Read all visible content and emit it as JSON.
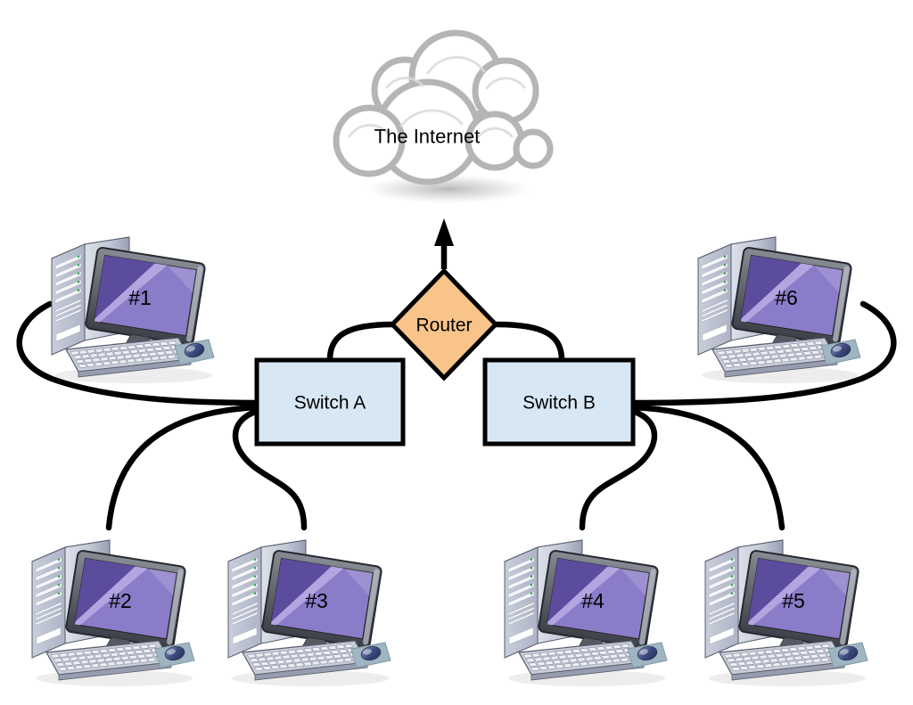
{
  "diagram": {
    "type": "network-topology",
    "internet": {
      "label": "The Internet"
    },
    "router": {
      "label": "Router"
    },
    "switches": [
      {
        "id": "switch-a",
        "label": "Switch A"
      },
      {
        "id": "switch-b",
        "label": "Switch B"
      }
    ],
    "computers": [
      {
        "id": "pc-1",
        "label": "#1",
        "connected_to": "switch-a"
      },
      {
        "id": "pc-2",
        "label": "#2",
        "connected_to": "switch-a"
      },
      {
        "id": "pc-3",
        "label": "#3",
        "connected_to": "switch-a"
      },
      {
        "id": "pc-4",
        "label": "#4",
        "connected_to": "switch-b"
      },
      {
        "id": "pc-5",
        "label": "#5",
        "connected_to": "switch-b"
      },
      {
        "id": "pc-6",
        "label": "#6",
        "connected_to": "switch-b"
      }
    ],
    "links": [
      {
        "from": "switch-a",
        "to": "router"
      },
      {
        "from": "switch-b",
        "to": "router"
      },
      {
        "from": "router",
        "to": "internet",
        "style": "arrow-up"
      }
    ],
    "colors": {
      "router_fill": "#F8C48A",
      "switch_fill": "#D7E7F4",
      "cable": "#000000",
      "cloud_outline": "#B5B5B5",
      "screen_dark": "#5C4C9E",
      "screen_mid": "#8B7CC9",
      "screen_light": "#B7AAE2"
    }
  }
}
